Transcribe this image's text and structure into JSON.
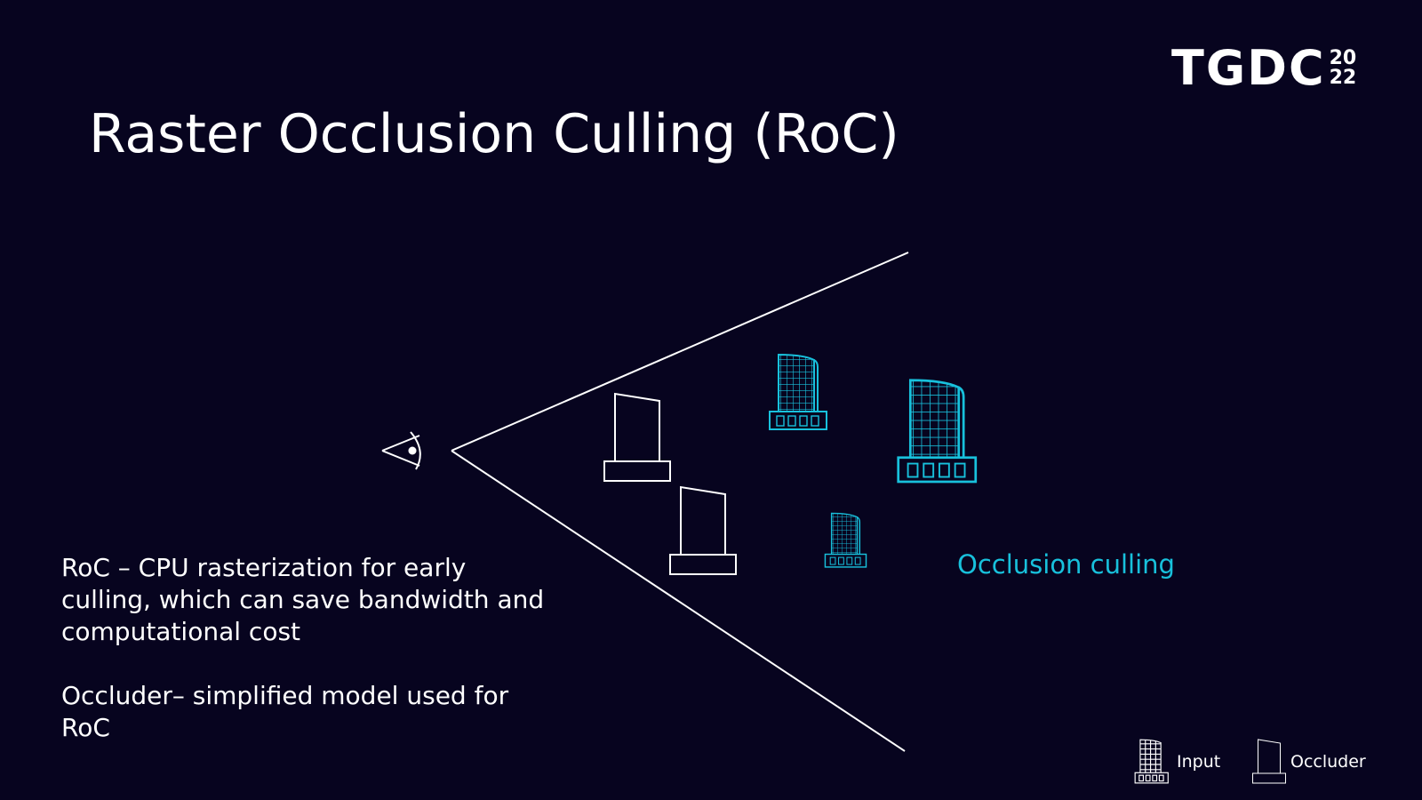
{
  "slide": {
    "title": "Raster Occlusion Culling (RoC)",
    "logo": {
      "name": "TGDC",
      "year_top": "20",
      "year_bottom": "22"
    },
    "description_1": "RoC – CPU rasterization for early culling, which can save bandwidth and computational cost",
    "description_2": "Occluder– simplified model used for RoC",
    "culling_label": "Occlusion culling",
    "legend": {
      "input_label": "Input",
      "occluder_label": "Occluder"
    }
  },
  "colors": {
    "background": "#07041f",
    "accent": "#18c1dc",
    "foreground": "#ffffff"
  },
  "icons": [
    "eye-icon",
    "occluder-icon",
    "building-icon"
  ]
}
